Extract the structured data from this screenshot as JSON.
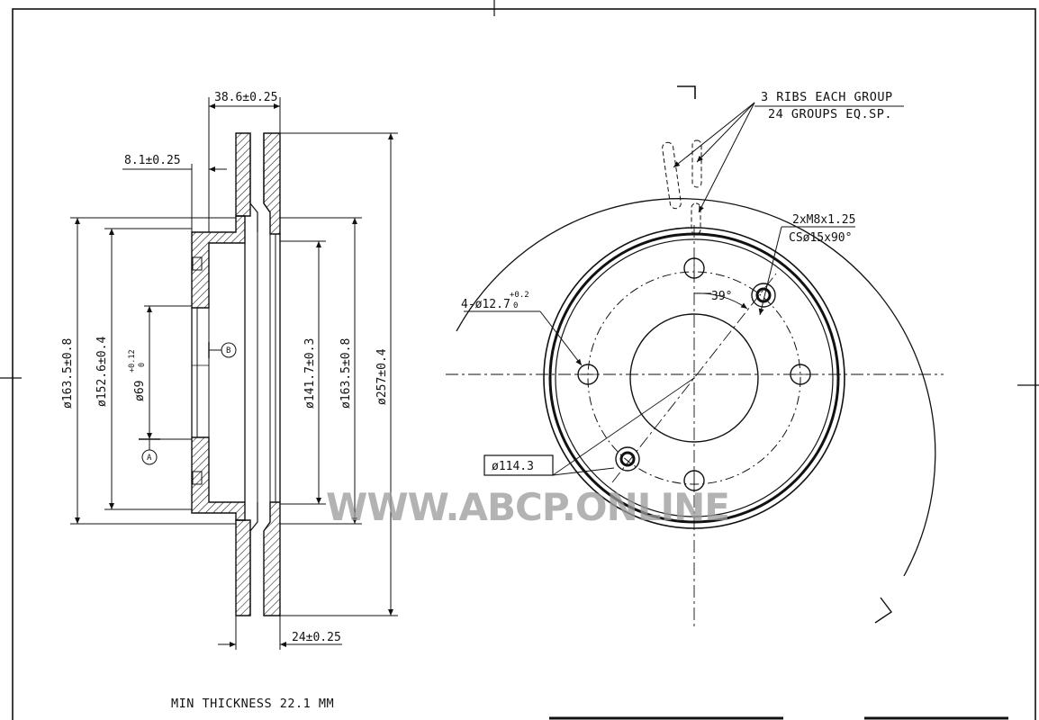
{
  "drawing": {
    "section_view": {
      "overall_width": "38.6±0.25",
      "hat_wall": "8.1±0.25",
      "disc_thickness": "24±0.25",
      "dia_hat_outer": "ø163.5±0.8",
      "dia_hat_inner": "ø152.6±0.4",
      "dia_center_bore": "ø69",
      "bore_tol_upper": "+0.12",
      "bore_tol_lower": "0",
      "dia_inner_friction": "ø141.7±0.3",
      "dia_hat_outer_right": "ø163.5±0.8",
      "dia_outer": "ø257±0.4",
      "datum_a": "A",
      "datum_b": "B"
    },
    "front_view": {
      "ribs_line1": "3 RIBS EACH GROUP",
      "ribs_line2": "24 GROUPS EQ.SP.",
      "thread_line1": "2xM8x1.25",
      "thread_line2": "CSø15x90°",
      "bolt_holes": "4-ø12.7",
      "bolt_tol_upper": "+0.2",
      "bolt_tol_lower": "0",
      "angle": "39°",
      "pcd": "ø114.3"
    },
    "min_thickness": "MIN THICKNESS 22.1 MM",
    "watermark": "WWW.ABCP.ONLINE"
  }
}
